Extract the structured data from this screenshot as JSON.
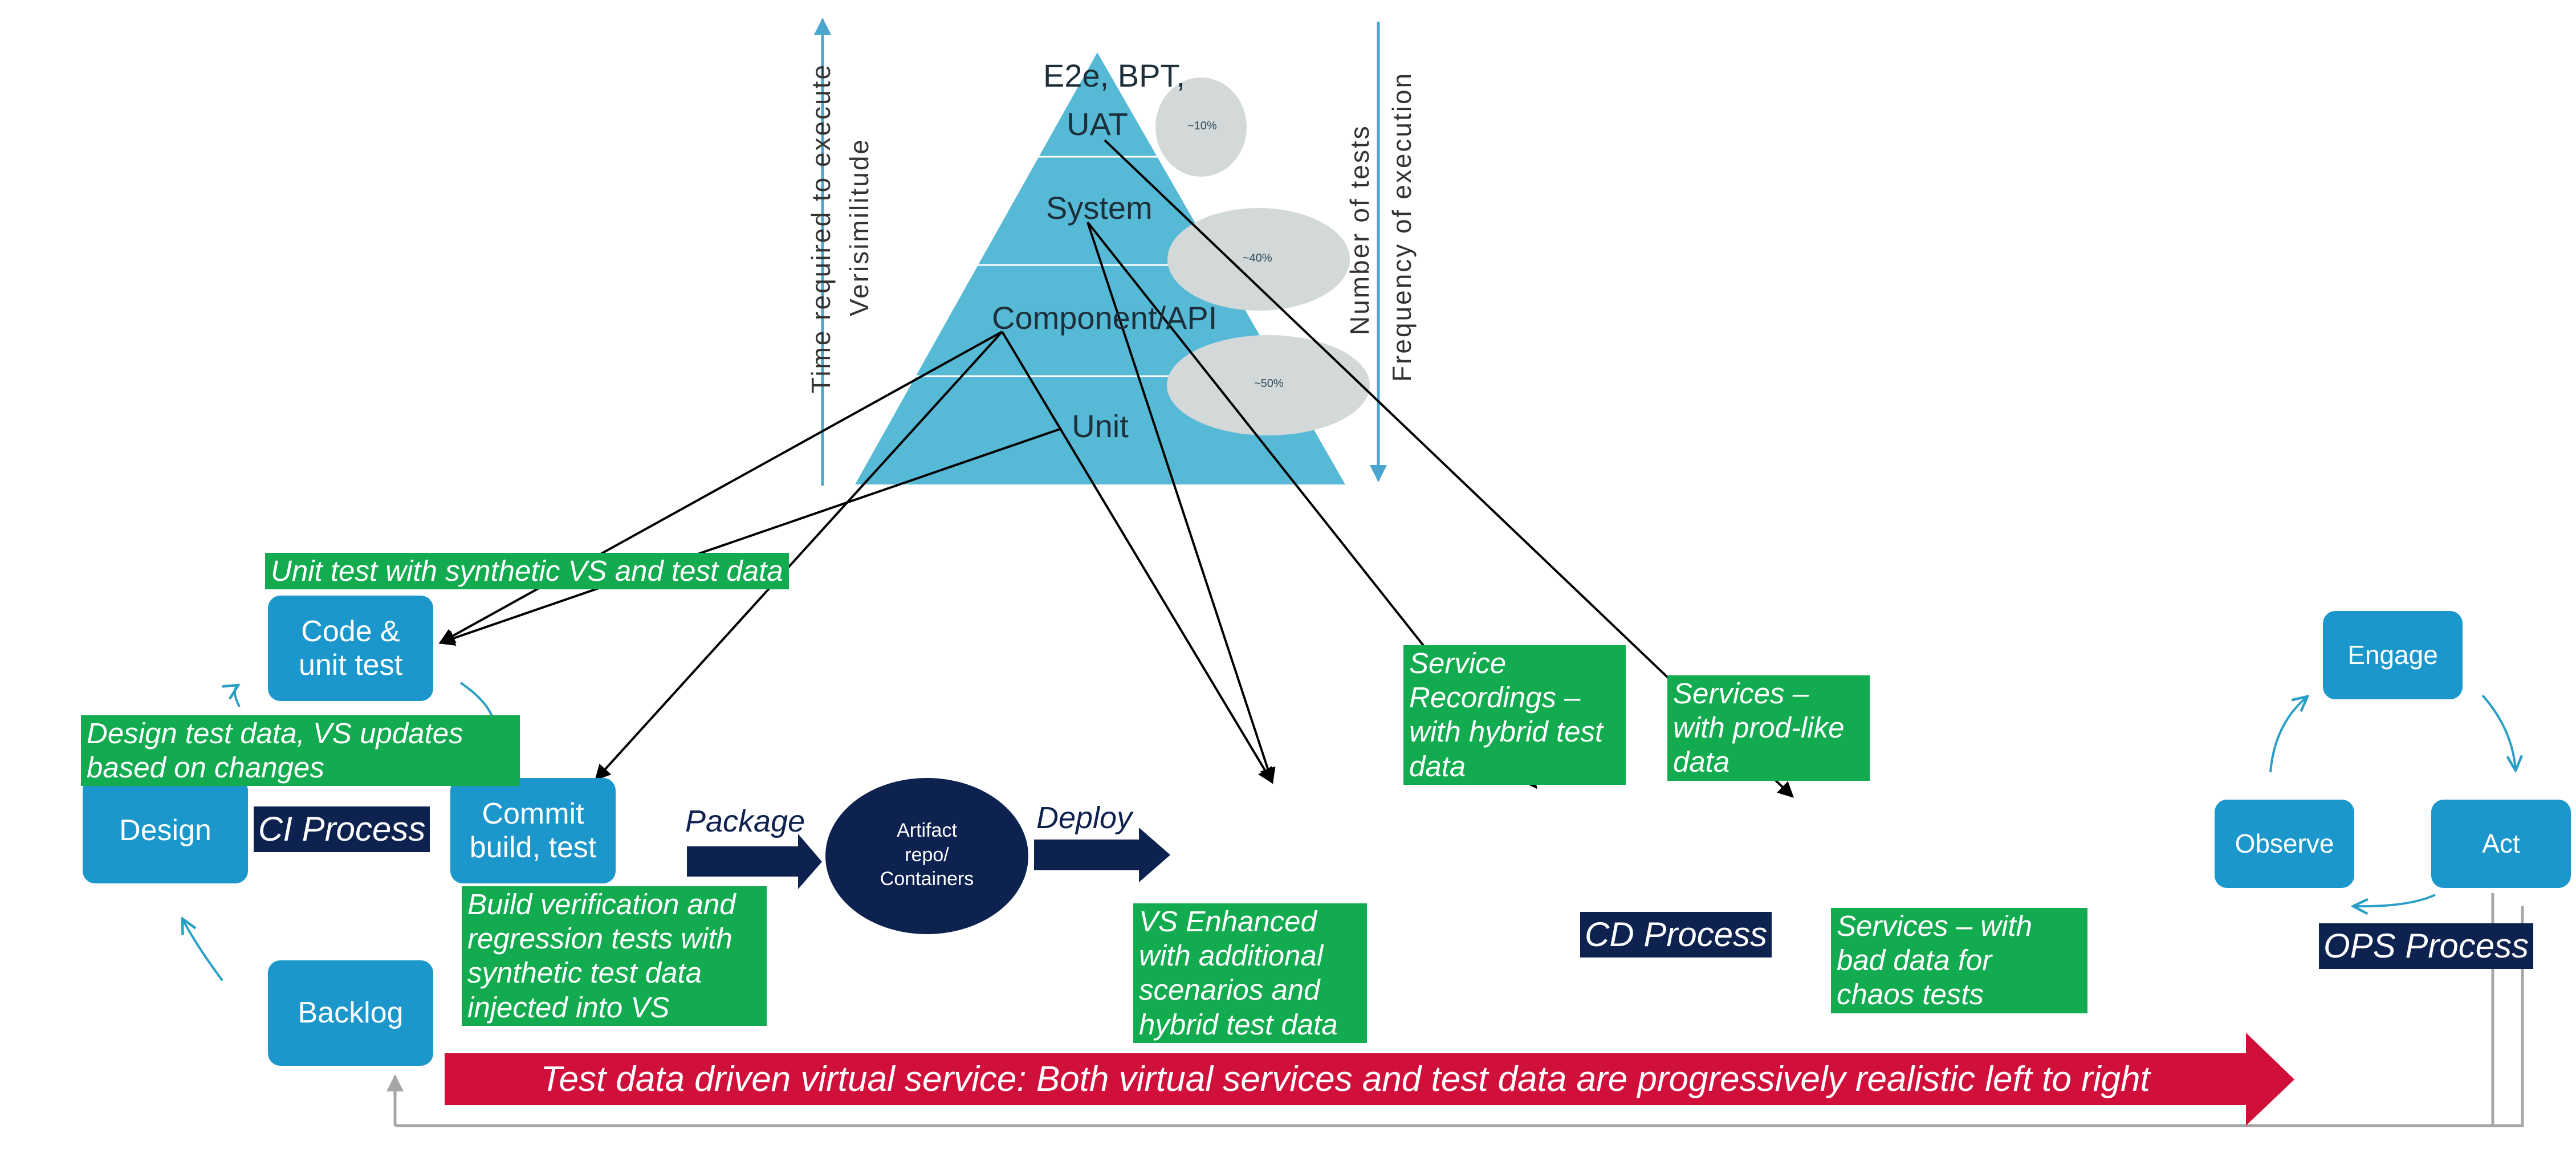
{
  "pyramid": {
    "levels": [
      "E2e, BPT,",
      "UAT",
      "System",
      "Component/API",
      "Unit"
    ],
    "percentages": [
      "~10%",
      "~40%",
      "~50%"
    ],
    "left_axis": [
      "Time required to execute",
      "Verisimilitude"
    ],
    "right_axis": [
      "Number of tests",
      "Frequency of execution"
    ]
  },
  "ci_cycle": {
    "code_unit_test": "Code &\nunit test",
    "commit_build_test": "Commit\nbuild, test",
    "design": "Design",
    "backlog": "Backlog",
    "process_label": "CI Process"
  },
  "ops_cycle": {
    "engage": "Engage",
    "act": "Act",
    "observe": "Observe",
    "process_label": "OPS Process"
  },
  "pipeline": {
    "package_label": "Package",
    "deploy_label": "Deploy",
    "artifact_label": "Artifact\nrepo/\nContainers",
    "cd_label": "CD Process"
  },
  "notes": {
    "unit_test_synthetic": "Unit test with synthetic VS and test data",
    "design_test_data": "Design test data, VS updates\nbased on changes",
    "build_verification": "Build verification and\nregression tests with\nsynthetic test data\ninjected into VS",
    "vs_enhanced": "VS Enhanced\nwith additional\nscenarios and\nhybrid test data",
    "service_recordings": "Service\nRecordings –\nwith hybrid test\ndata",
    "services_prod_like": "Services –\nwith prod-like\ndata",
    "services_bad_data": "Services – with\nbad data for\nchaos tests"
  },
  "banner": {
    "text": "Test data driven virtual service: Both virtual services and test data are progressively realistic left to right"
  },
  "colors": {
    "box_blue": "#1b97cc",
    "pyramid_blue": "#56b9d6",
    "green": "#13ab4f",
    "navy": "#0e224f",
    "banner_red": "#d0103a",
    "ellipse_grey": "#d3d8d9"
  }
}
